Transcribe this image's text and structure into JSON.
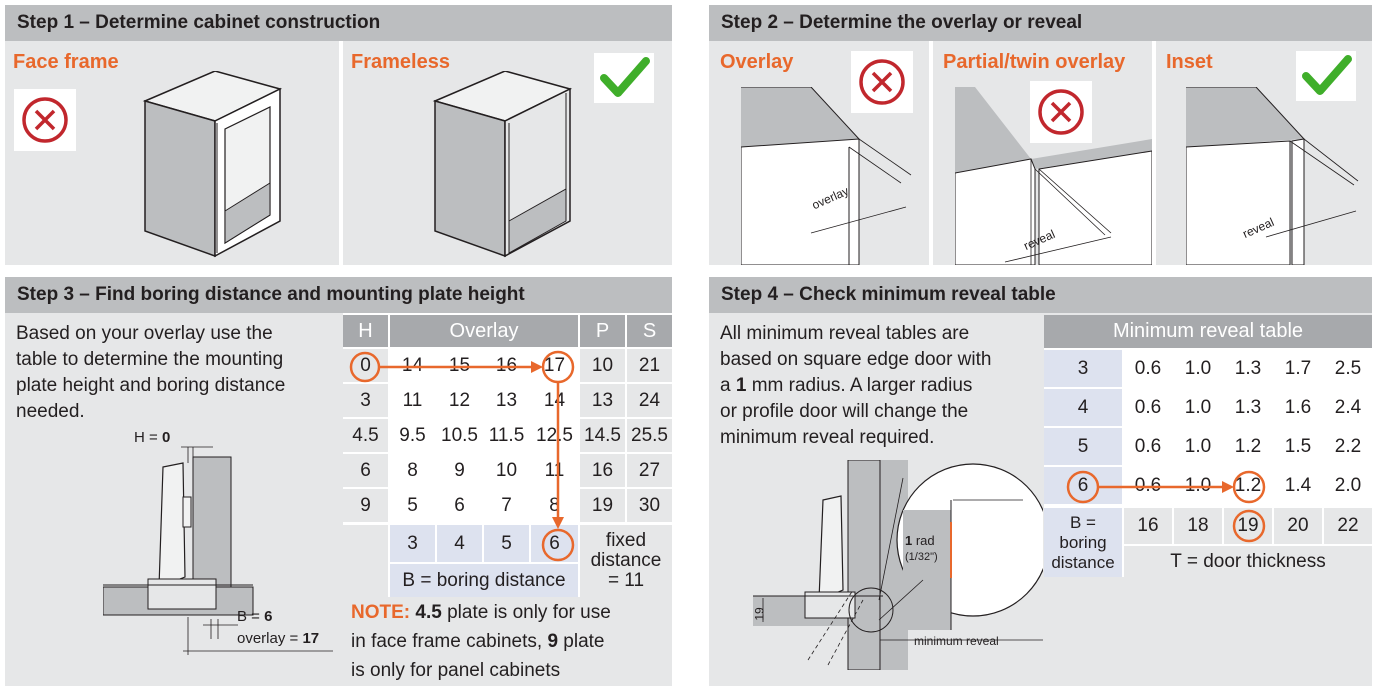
{
  "step1": {
    "title": "Step 1 – Determine cabinet construction",
    "face_frame": "Face frame",
    "frameless": "Frameless"
  },
  "step2": {
    "title": "Step 2 – Determine the overlay or reveal",
    "overlay": "Overlay",
    "partial": "Partial/twin overlay",
    "inset": "Inset",
    "label_overlay": "overlay",
    "label_reveal": "reveal"
  },
  "step3": {
    "title": "Step 3 – Find boring distance and mounting plate height",
    "intro": [
      "Based on your overlay use the",
      "table to determine the mounting",
      "plate height and boring distance",
      "needed."
    ],
    "h_label": "H = ",
    "h_value": "0",
    "b_label": "B = ",
    "b_value": "6",
    "overlay_label": "overlay = ",
    "overlay_value": "17",
    "table": {
      "headers": [
        "H",
        "Overlay",
        "P",
        "S"
      ],
      "rows": [
        [
          "0",
          "14",
          "15",
          "16",
          "17",
          "10",
          "21"
        ],
        [
          "3",
          "11",
          "12",
          "13",
          "14",
          "13",
          "24"
        ],
        [
          "4.5",
          "9.5",
          "10.5",
          "11.5",
          "12.5",
          "14.5",
          "25.5"
        ],
        [
          "6",
          "8",
          "9",
          "10",
          "11",
          "16",
          "27"
        ],
        [
          "9",
          "5",
          "6",
          "7",
          "8",
          "19",
          "30"
        ]
      ],
      "boring_values": [
        "3",
        "4",
        "5",
        "6"
      ],
      "boring_label": "B = boring distance",
      "fixed": [
        "fixed",
        "distance",
        "= 11"
      ]
    },
    "note_label": "NOTE:",
    "note_lines": [
      [
        " ",
        "4.5",
        " plate is only for use"
      ],
      [
        "in face frame cabinets, ",
        "9",
        " plate"
      ],
      [
        "is only for panel cabinets"
      ]
    ]
  },
  "step4": {
    "title": "Step 4 – Check minimum reveal table",
    "intro_lines": [
      [
        "All minimum reveal tables are"
      ],
      [
        "based on square edge door with"
      ],
      [
        "a ",
        "1",
        " mm radius. A larger radius"
      ],
      [
        "or profile door will change the"
      ],
      [
        "minimum reveal required."
      ]
    ],
    "rad_value": "1",
    "rad_text": " rad",
    "rad_frac": "(1/32\")",
    "dim_19": "19",
    "min_reveal": "minimum reveal",
    "table": {
      "header": "Minimum reveal table",
      "rows": [
        [
          "3",
          "0.6",
          "1.0",
          "1.3",
          "1.7",
          "2.5"
        ],
        [
          "4",
          "0.6",
          "1.0",
          "1.3",
          "1.6",
          "2.4"
        ],
        [
          "5",
          "0.6",
          "1.0",
          "1.2",
          "1.5",
          "2.2"
        ],
        [
          "6",
          "0.6",
          "1.0",
          "1.2",
          "1.4",
          "2.0"
        ]
      ],
      "thickness": [
        "16",
        "18",
        "19",
        "20",
        "22"
      ],
      "b_label": [
        "B =",
        "boring",
        "distance"
      ],
      "t_label": "T = door thickness"
    }
  },
  "colors": {
    "accent": "#e8682c",
    "header_gray": "#bcbec0",
    "panel_gray": "#e6e7e8",
    "red": "#c1272d",
    "green": "#3fae2a"
  }
}
